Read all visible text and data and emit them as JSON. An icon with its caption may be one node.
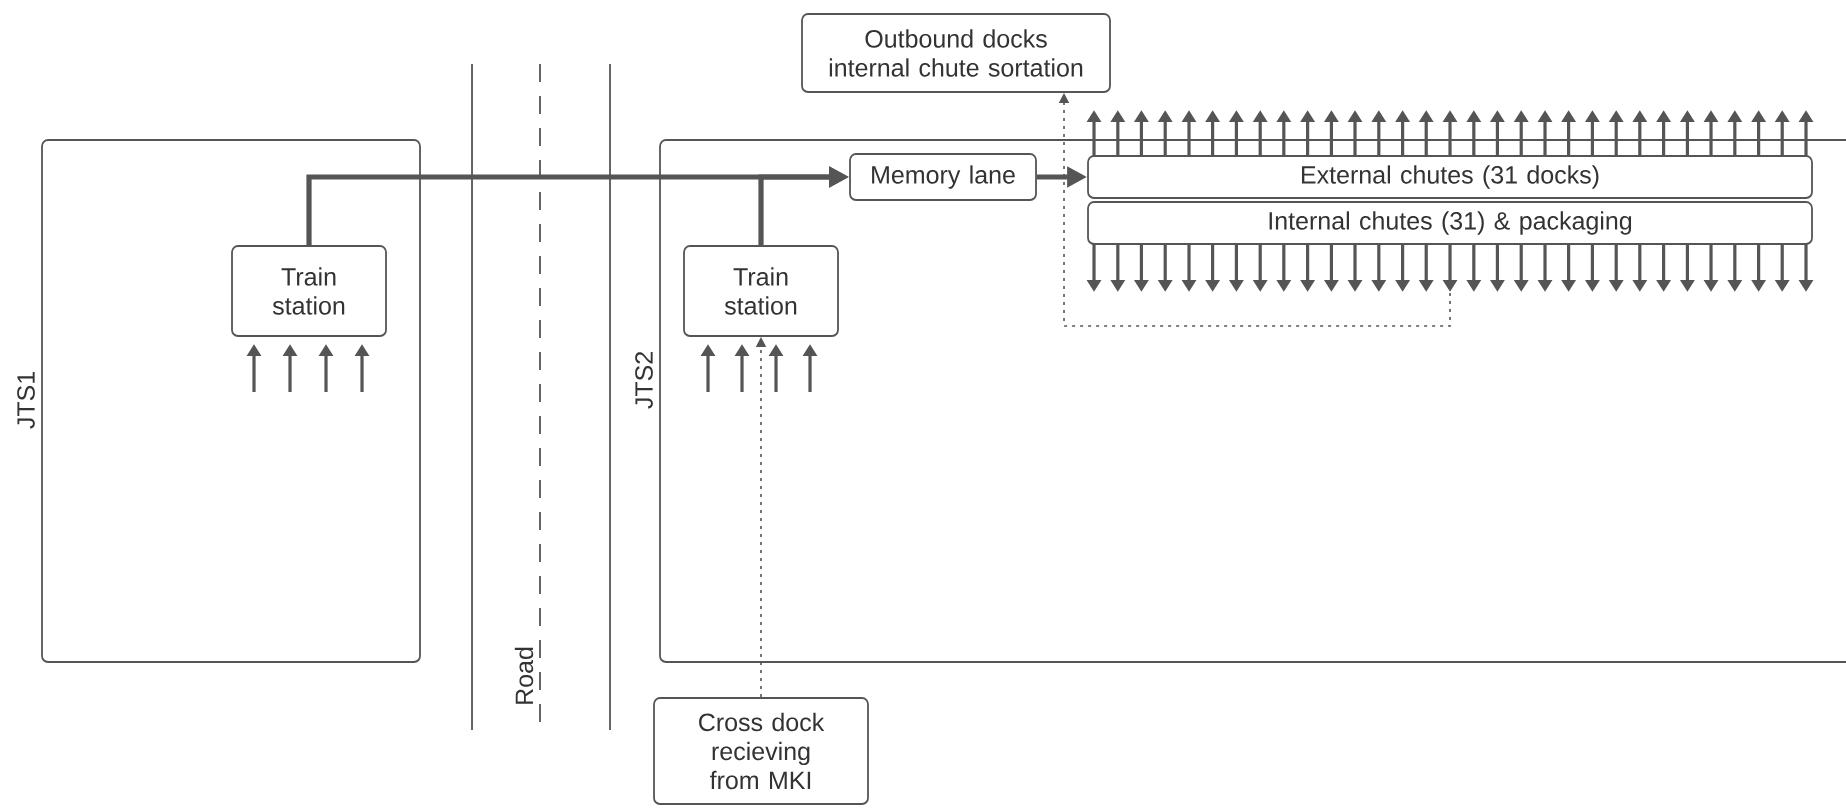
{
  "diagram": {
    "nodes": [
      {
        "text": [
          "JTS1"
        ]
      },
      {
        "text": [
          "Train station"
        ],
        "in": 0
      },
      {
        "text": [
          "JTS2"
        ]
      },
      {
        "text": [
          "Train station"
        ],
        "in": 2
      },
      {
        "text": [
          "Memory lane"
        ],
        "in": 2
      },
      {
        "text": [
          "External chutes (31 docks)"
        ],
        "in": 2
      },
      {
        "text": [
          "Internal chutes (31) & packaging"
        ],
        "in": 2
      },
      {
        "text": [
          "Outbound docks internal chute sortation"
        ]
      },
      {
        "text": [
          "Cross dock recieving from MKI"
        ]
      }
    ],
    "edges": [
      {
        "from": 1,
        "to": 4,
        "arrow": "to"
      },
      {
        "from": 3,
        "to": 4,
        "arrow": "to"
      },
      {
        "from": 4,
        "to": 5,
        "arrow": "to"
      },
      {
        "from": 8,
        "to": 3,
        "arrow": "to",
        "style": "dashed"
      },
      {
        "from": 6,
        "to": 7,
        "arrow": "to",
        "style": "dashed"
      }
    ],
    "labels": [
      "Road"
    ]
  }
}
